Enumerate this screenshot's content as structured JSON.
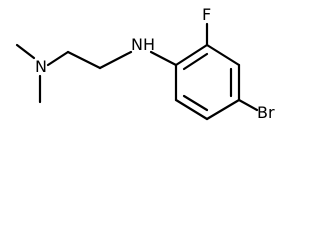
{
  "molecule": {
    "atoms": {
      "n_dimethyl": "N",
      "n_amine": "NH",
      "fluorine": "F",
      "bromine": "Br"
    }
  },
  "colors": {
    "background": "#ffffff",
    "ink": "#000000"
  }
}
